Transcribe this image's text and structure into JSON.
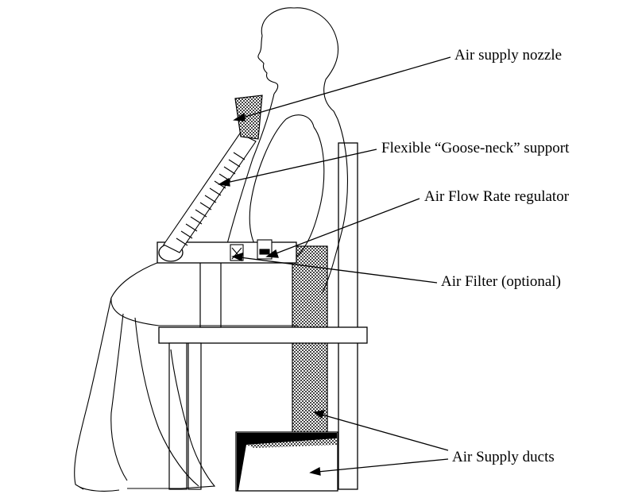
{
  "labels": {
    "air_supply_nozzle": "Air supply nozzle",
    "gooseneck_support": "Flexible “Goose-neck” support",
    "air_flow_rate_regulator": "Air Flow Rate regulator",
    "air_filter": "Air Filter (optional)",
    "air_supply_ducts": "Air Supply ducts"
  },
  "colors": {
    "line": "#000000",
    "hatch": "#555555",
    "background": "#ffffff"
  }
}
